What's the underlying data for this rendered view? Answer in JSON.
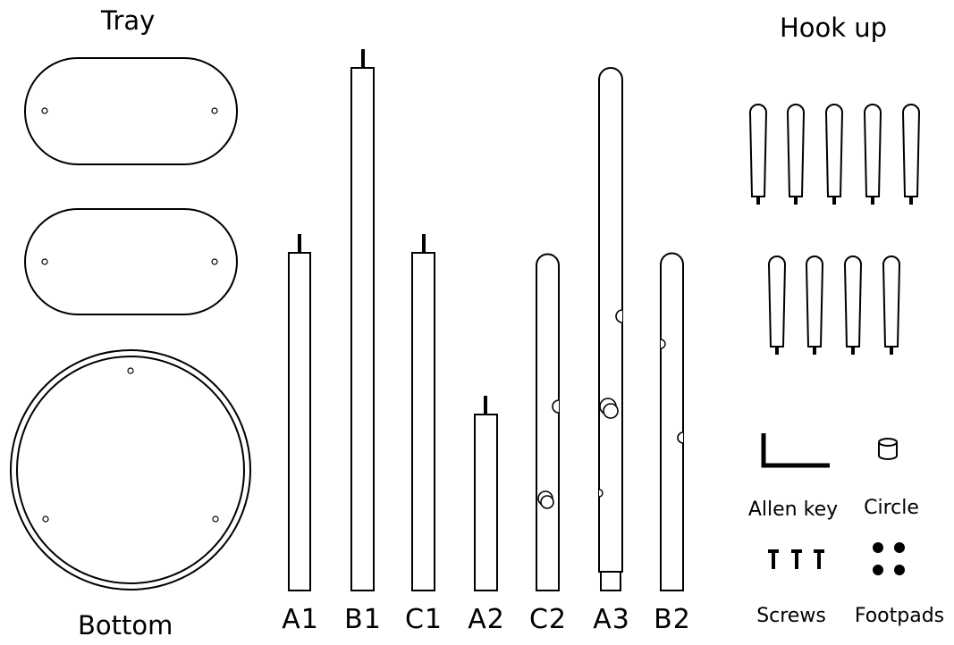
{
  "headings": {
    "tray": "Tray",
    "bottom": "Bottom",
    "hook_up": "Hook up"
  },
  "parts": [
    "A1",
    "B1",
    "C1",
    "A2",
    "C2",
    "A3",
    "B2"
  ],
  "accessories": {
    "allen_key": "Allen key",
    "circle": "Circle",
    "screws": "Screws",
    "footpads": "Footpads"
  },
  "hook_count": 9
}
